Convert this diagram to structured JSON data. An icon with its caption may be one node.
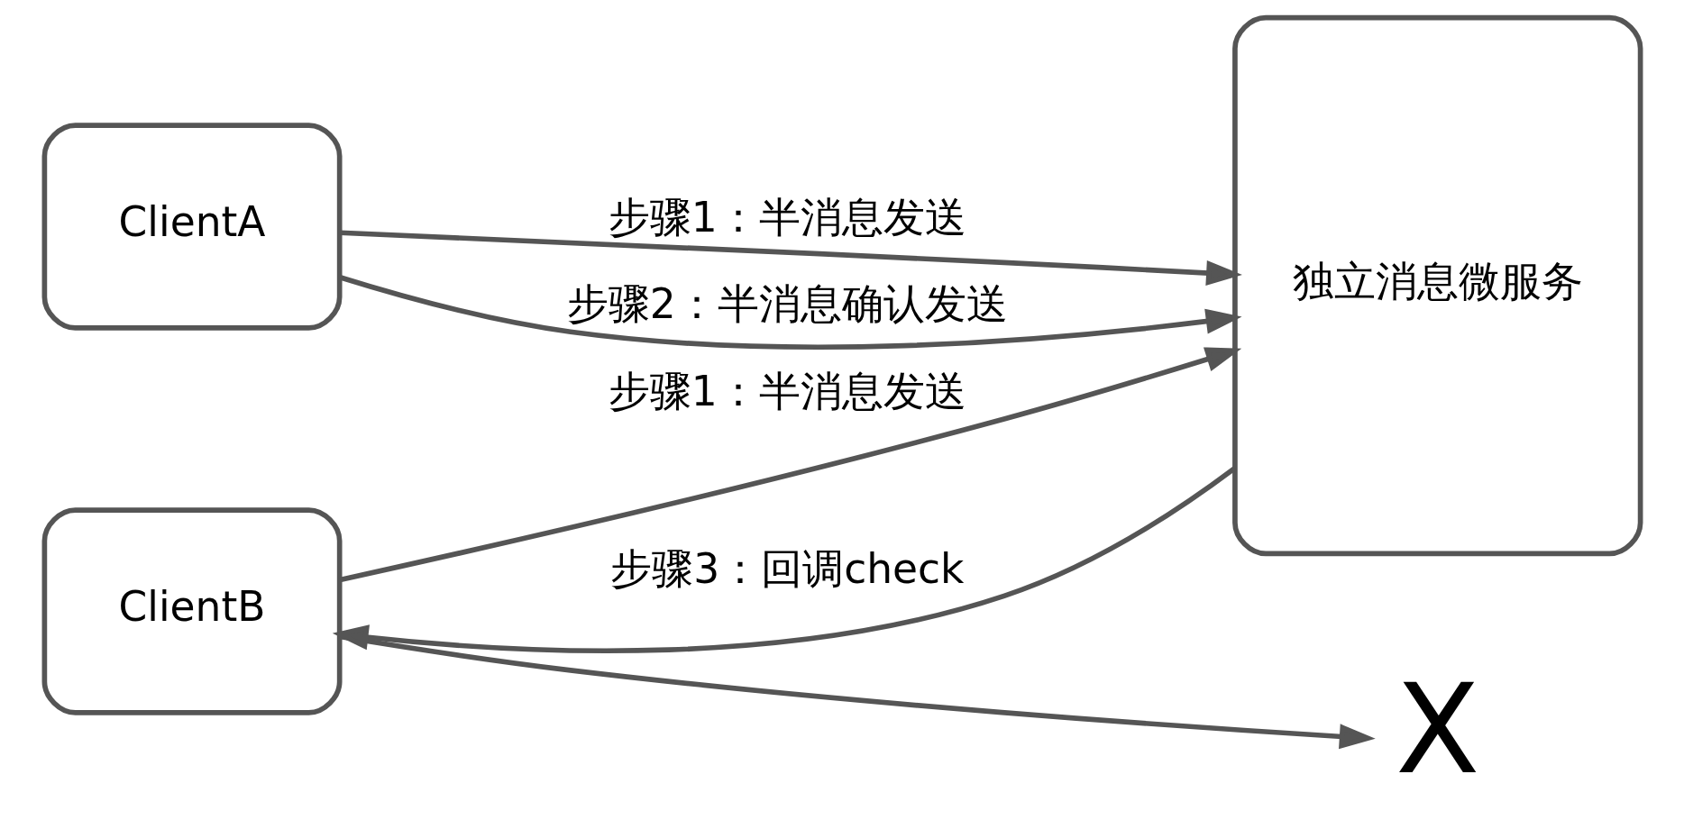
{
  "diagram": {
    "nodes": [
      {
        "text": [
          "ClientA"
        ]
      },
      {
        "text": [
          "ClientB"
        ]
      },
      {
        "text": [
          "独立消息微服务"
        ]
      },
      {
        "text": [
          "X"
        ]
      }
    ],
    "edges": [
      {
        "from": 0,
        "to": 2,
        "arrow": "to",
        "label": "步骤1：半消息发送"
      },
      {
        "from": 0,
        "to": 2,
        "arrow": "to",
        "label": "步骤2：半消息确认发送"
      },
      {
        "from": 1,
        "to": 2,
        "arrow": "to",
        "label": "步骤1：半消息发送"
      },
      {
        "from": 1,
        "to": 3,
        "arrow": "to"
      },
      {
        "from": 2,
        "to": 1,
        "arrow": "to",
        "label": "步骤3：回调check"
      }
    ]
  }
}
